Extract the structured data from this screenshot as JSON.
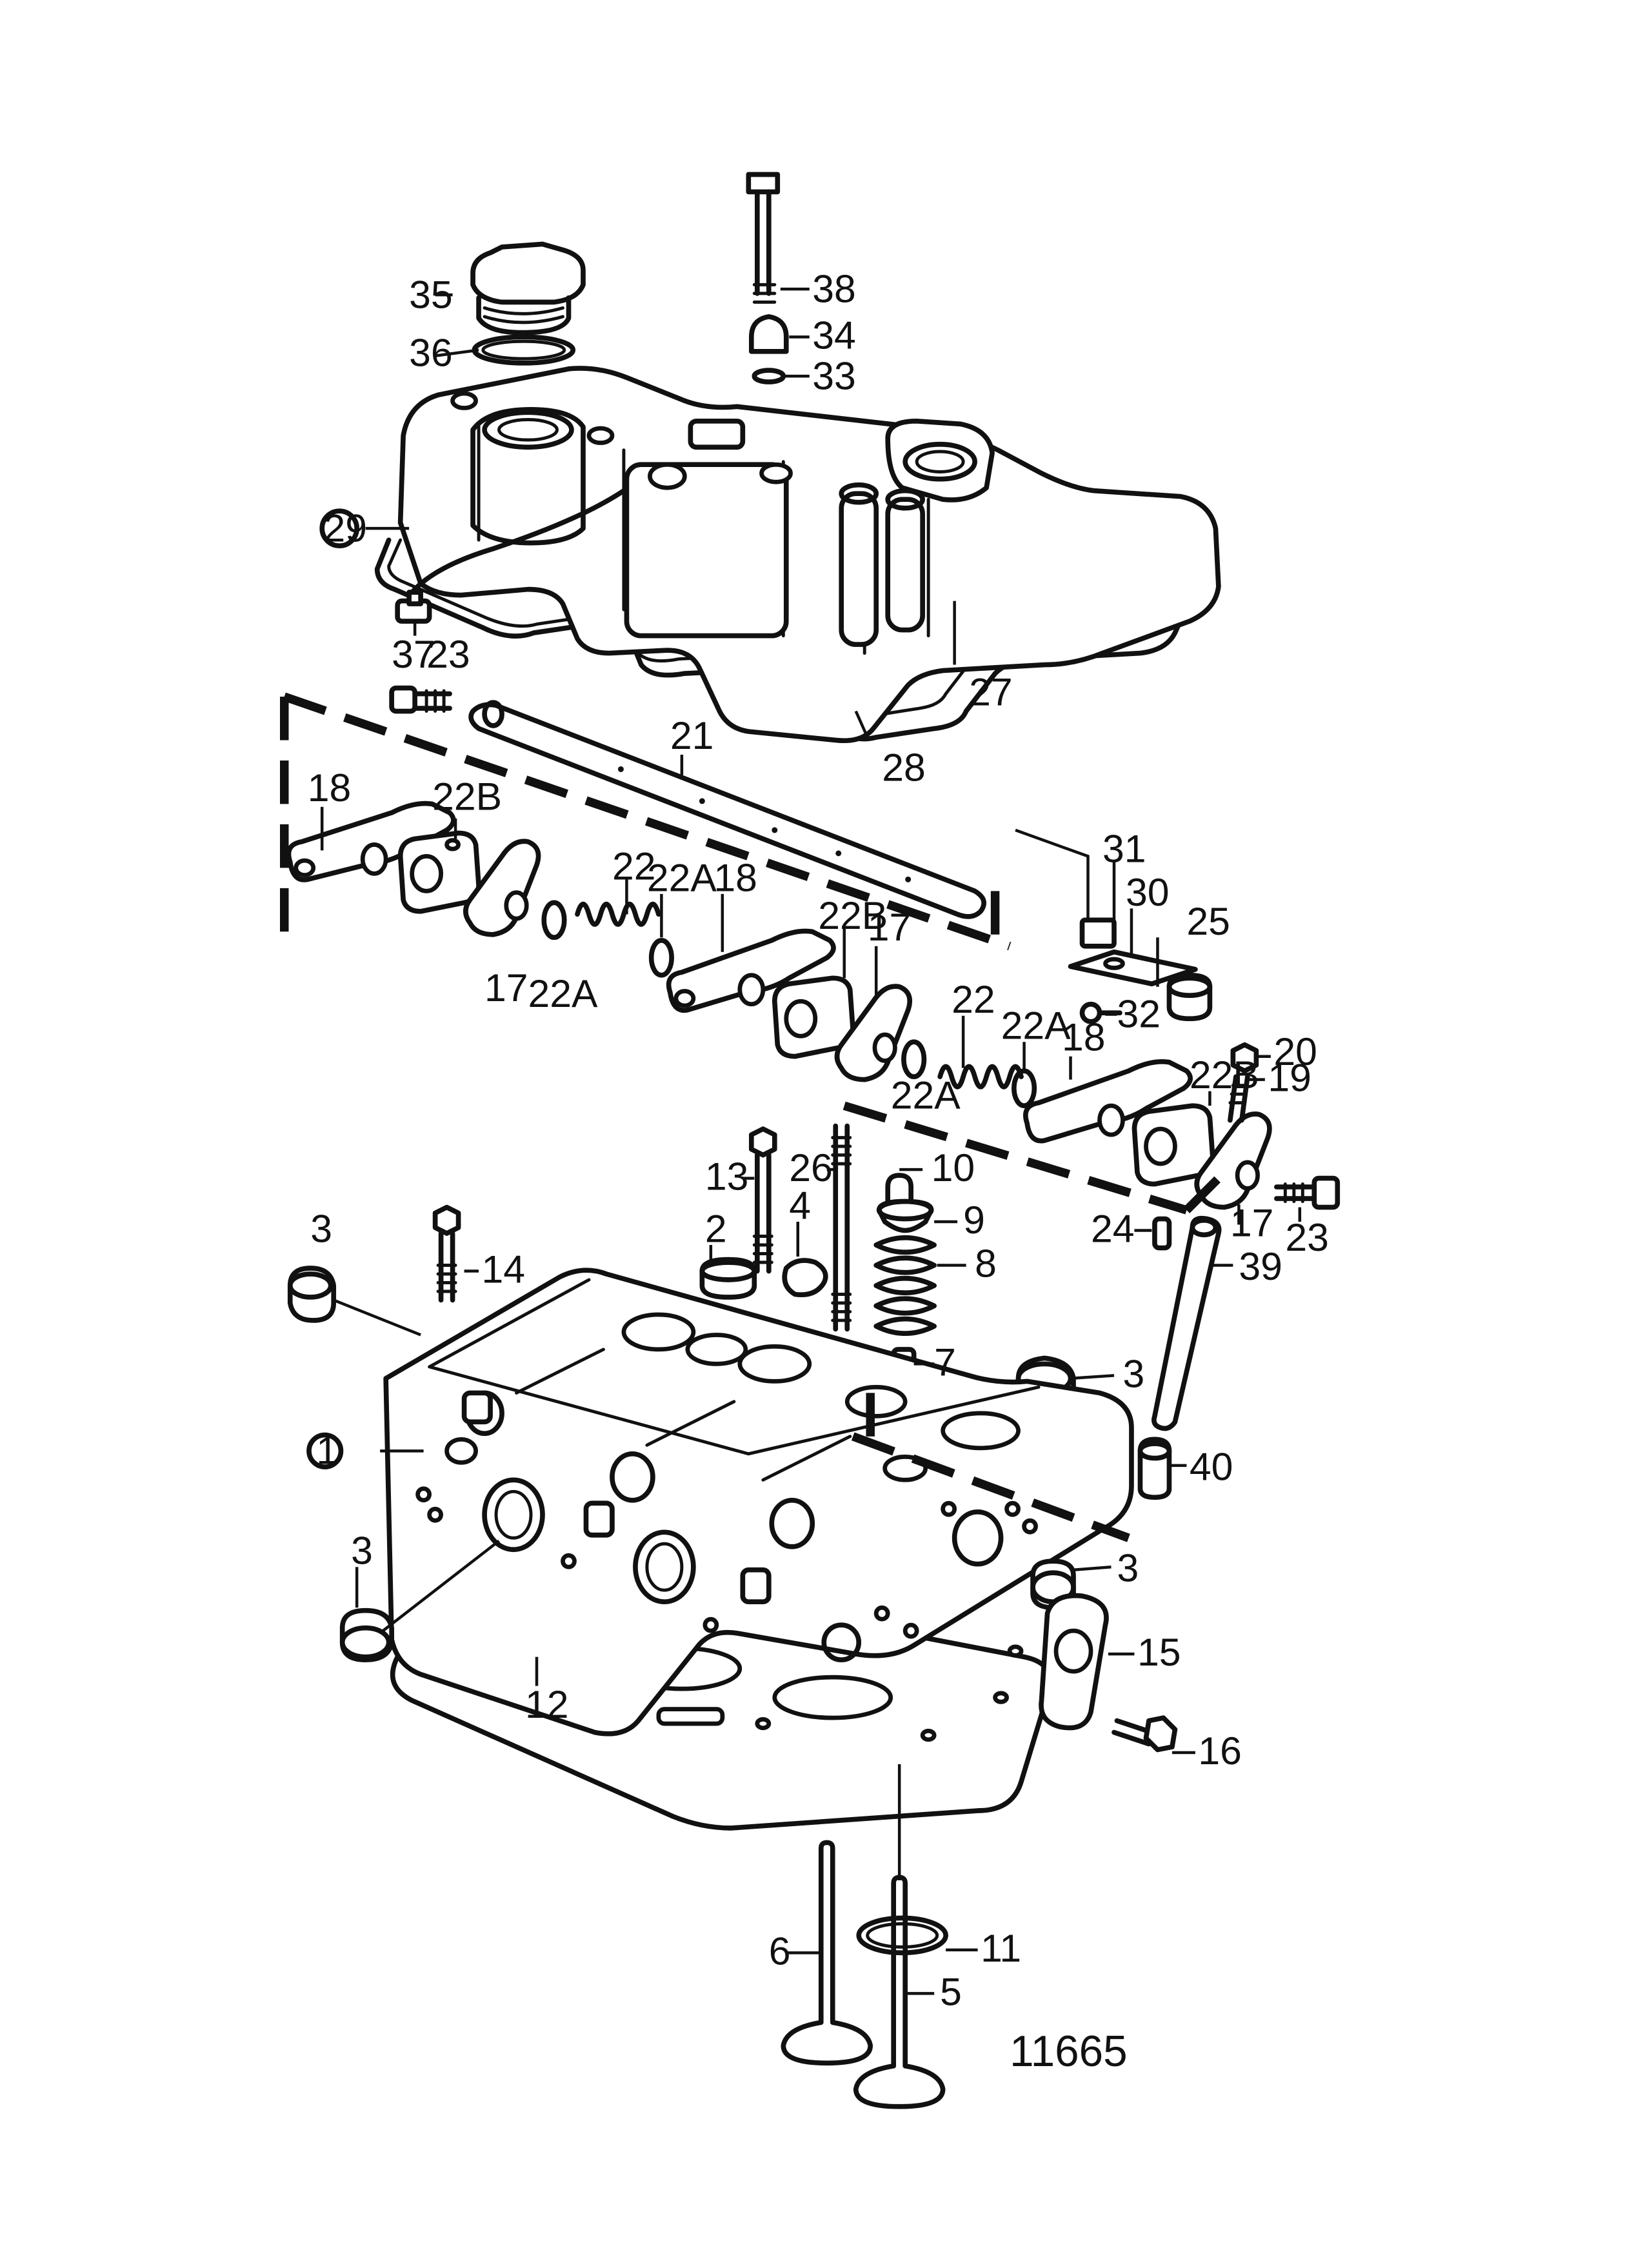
{
  "drawing": {
    "reference_number": "11665",
    "callouts": [
      {
        "id": "c1",
        "text": "1",
        "circled": true
      },
      {
        "id": "c2",
        "text": "2"
      },
      {
        "id": "c3a",
        "text": "3"
      },
      {
        "id": "c3b",
        "text": "3"
      },
      {
        "id": "c3c",
        "text": "3"
      },
      {
        "id": "c3d",
        "text": "3"
      },
      {
        "id": "c4",
        "text": "4"
      },
      {
        "id": "c5",
        "text": "5"
      },
      {
        "id": "c6",
        "text": "6"
      },
      {
        "id": "c7",
        "text": "7"
      },
      {
        "id": "c8",
        "text": "8"
      },
      {
        "id": "c9",
        "text": "9"
      },
      {
        "id": "c10",
        "text": "10"
      },
      {
        "id": "c11",
        "text": "11"
      },
      {
        "id": "c12",
        "text": "12"
      },
      {
        "id": "c13",
        "text": "13"
      },
      {
        "id": "c14",
        "text": "14"
      },
      {
        "id": "c15",
        "text": "15"
      },
      {
        "id": "c16",
        "text": "16"
      },
      {
        "id": "c17a",
        "text": "17"
      },
      {
        "id": "c17b",
        "text": "17"
      },
      {
        "id": "c17c",
        "text": "17"
      },
      {
        "id": "c18a",
        "text": "18"
      },
      {
        "id": "c18b",
        "text": "18"
      },
      {
        "id": "c18c",
        "text": "18"
      },
      {
        "id": "c19",
        "text": "19"
      },
      {
        "id": "c20",
        "text": "20"
      },
      {
        "id": "c21",
        "text": "21"
      },
      {
        "id": "c22a",
        "text": "22"
      },
      {
        "id": "c22b",
        "text": "22"
      },
      {
        "id": "c22A1",
        "text": "22A"
      },
      {
        "id": "c22A2",
        "text": "22A"
      },
      {
        "id": "c22A3",
        "text": "22A"
      },
      {
        "id": "c22A4",
        "text": "22A"
      },
      {
        "id": "c22B1",
        "text": "22B"
      },
      {
        "id": "c22B2",
        "text": "22B"
      },
      {
        "id": "c22B3",
        "text": "22B"
      },
      {
        "id": "c23a",
        "text": "23"
      },
      {
        "id": "c23b",
        "text": "23"
      },
      {
        "id": "c24",
        "text": "24"
      },
      {
        "id": "c25",
        "text": "25"
      },
      {
        "id": "c26",
        "text": "26"
      },
      {
        "id": "c27",
        "text": "27"
      },
      {
        "id": "c28",
        "text": "28"
      },
      {
        "id": "c29",
        "text": "29",
        "circled": true
      },
      {
        "id": "c30",
        "text": "30"
      },
      {
        "id": "c31",
        "text": "31"
      },
      {
        "id": "c32",
        "text": "32"
      },
      {
        "id": "c33",
        "text": "33"
      },
      {
        "id": "c34",
        "text": "34"
      },
      {
        "id": "c35",
        "text": "35"
      },
      {
        "id": "c36",
        "text": "36"
      },
      {
        "id": "c37",
        "text": "37"
      },
      {
        "id": "c38",
        "text": "38"
      },
      {
        "id": "c39",
        "text": "39"
      },
      {
        "id": "c40",
        "text": "40"
      }
    ]
  }
}
